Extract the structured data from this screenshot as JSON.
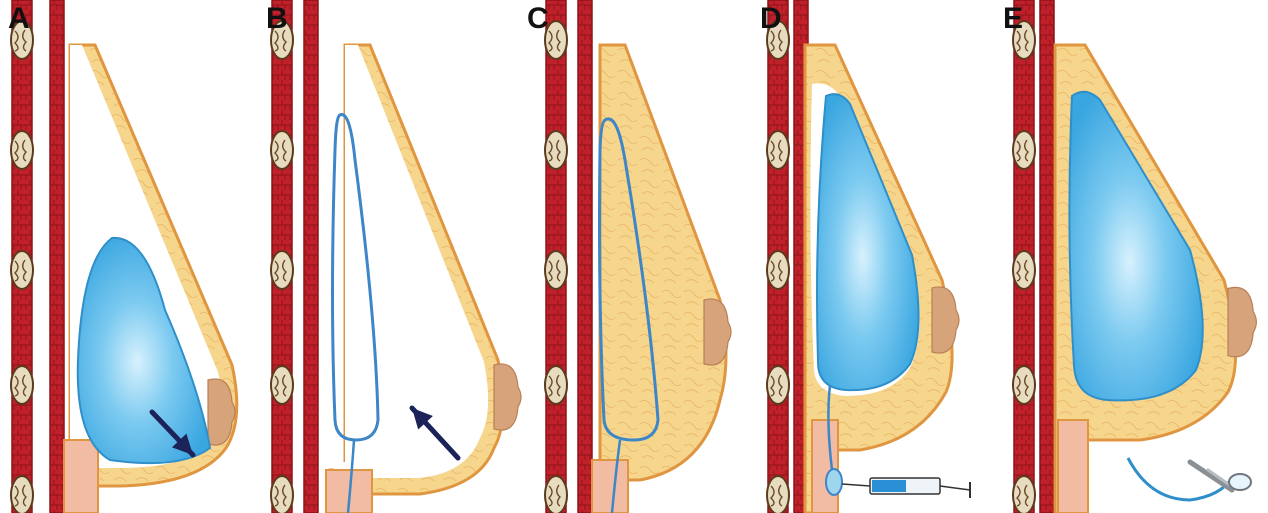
{
  "figure": {
    "panels": [
      {
        "label": "A",
        "step": "deflated-implant-pocket"
      },
      {
        "label": "B",
        "step": "expander-inserted-skin-unexpanded"
      },
      {
        "label": "C",
        "step": "expander-in-expanded-pocket"
      },
      {
        "label": "D",
        "step": "expander-filled-via-port-with-syringe"
      },
      {
        "label": "E",
        "step": "expander-removed-implant-placed"
      }
    ],
    "colors": {
      "muscle": "#c0202a",
      "muscle_dark": "#8e1318",
      "fat": "#f6d58c",
      "fat_edge": "#e09640",
      "implant": "#4ab0e6",
      "implant_light": "#c9eafb",
      "expander_outline": "#3d86c8",
      "nipple": "#d6a37a",
      "arrow": "#1b2358",
      "pink_tissue": "#f2bba3"
    }
  }
}
